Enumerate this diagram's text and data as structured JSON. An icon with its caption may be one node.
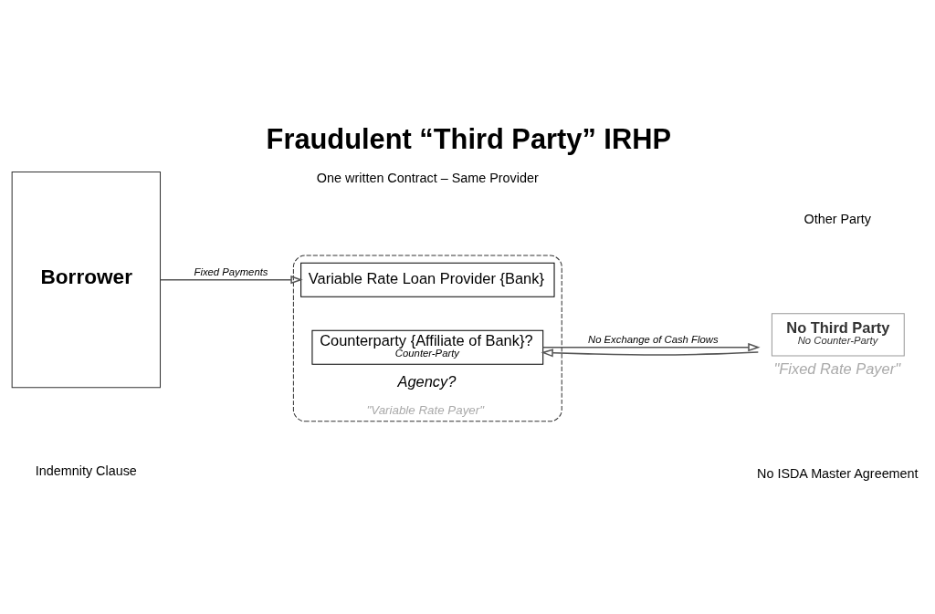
{
  "diagram": {
    "title": "Fraudulent “Third Party” IRHP",
    "nodes": [
      {
        "text": [
          "Borrower"
        ]
      },
      {
        "text": [
          "Agency?"
        ],
        "beside": [
          "\"Variable Rate Payer\""
        ]
      },
      {
        "text": [
          "Variable Rate Loan Provider {Bank}"
        ],
        "in": 1
      },
      {
        "text": [
          "Counterparty {Affiliate of Bank}?",
          "Counter-Party"
        ],
        "in": 1
      },
      {
        "text": [
          "No Third Party",
          "No Counter-Party"
        ],
        "beside": [
          "\"Fixed Rate Payer\""
        ]
      }
    ],
    "edges": [
      {
        "from": 0,
        "to": 2,
        "arrow": "to",
        "label": "Fixed Payments"
      },
      {
        "from": 3,
        "to": 4,
        "arrow": "to",
        "label": "No Exchange of Cash Flows"
      },
      {
        "from": 4,
        "to": 3,
        "arrow": "to"
      }
    ],
    "labels": [
      "One written Contract – Same Provider",
      "Other Party",
      "Indemnity Clause",
      "No ISDA Master Agreement"
    ]
  }
}
